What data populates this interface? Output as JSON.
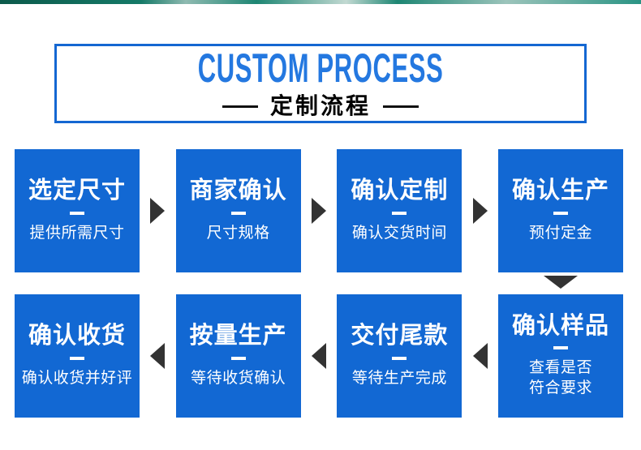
{
  "colors": {
    "box": "#1268d3",
    "accent": "#2478e0",
    "border": "#1467d2",
    "arrow": "#333333",
    "dash": "#111111",
    "top_strip": "#147a67"
  },
  "header": {
    "title_en": "CUSTOM PROCESS",
    "title_zh": "定制流程"
  },
  "flow": {
    "row1": [
      {
        "title": "选定尺寸",
        "subtitle": "提供所需尺寸"
      },
      {
        "title": "商家确认",
        "subtitle": "尺寸规格"
      },
      {
        "title": "确认定制",
        "subtitle": "确认交货时间"
      },
      {
        "title": "确认生产",
        "subtitle": "预付定金"
      }
    ],
    "row2": [
      {
        "title": "确认收货",
        "subtitle": "确认收货并好评"
      },
      {
        "title": "按量生产",
        "subtitle": "等待收货确认"
      },
      {
        "title": "交付尾款",
        "subtitle": "等待生产完成"
      },
      {
        "title": "确认样品",
        "subtitle": "查看是否\n符合要求"
      }
    ]
  }
}
